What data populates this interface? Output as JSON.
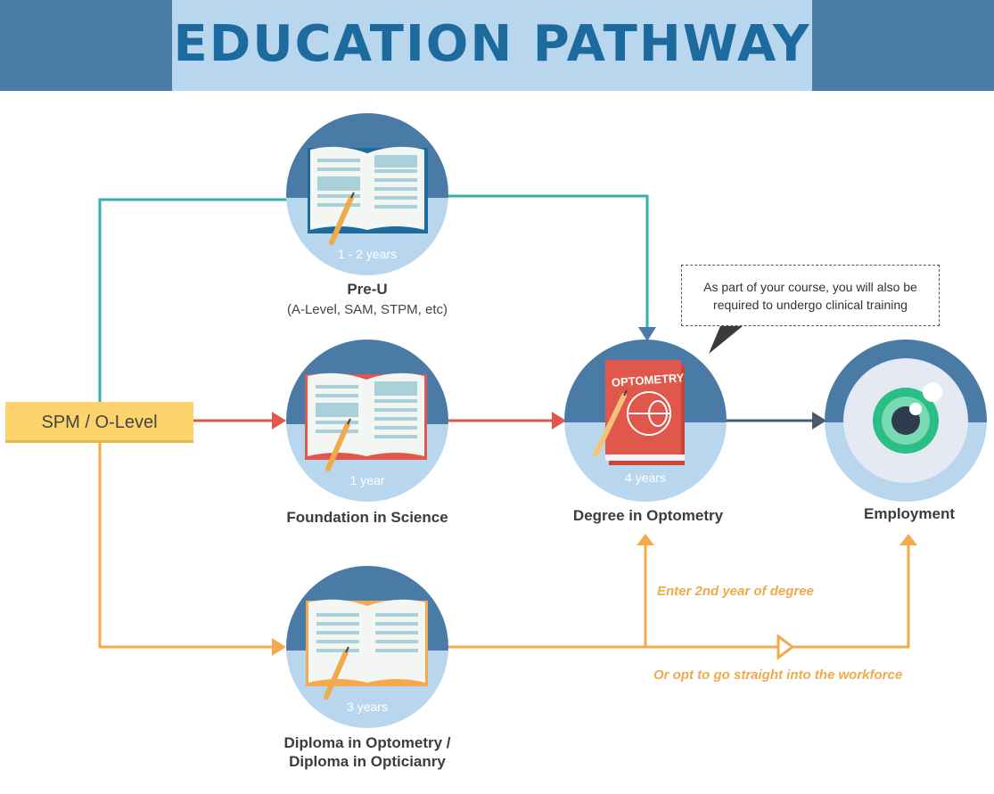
{
  "title": "EDUCATION PATHWAY",
  "start": {
    "label": "SPM / O-Level"
  },
  "nodes": {
    "pre_u": {
      "title": "Pre-U",
      "subtitle": "(A-Level, SAM, STPM, etc)",
      "duration": "1 - 2 years"
    },
    "foundation": {
      "title": "Foundation in Science",
      "duration": "1 year"
    },
    "diploma": {
      "title_line1": "Diploma in Optometry /",
      "title_line2": "Diploma in Opticianry",
      "duration": "3 years"
    },
    "degree": {
      "title": "Degree in Optometry",
      "duration": "4 years",
      "book_label": "OPTOMETRY"
    },
    "employment": {
      "title": "Employment"
    }
  },
  "note": {
    "line1": "As part of your course, you will also be",
    "line2": "required to undergo clinical training"
  },
  "annotations": {
    "enter_2nd_year": "Enter 2nd year of degree",
    "workforce": "Or opt to go straight into the workforce"
  },
  "colors": {
    "teal": "#3aafa9",
    "red": "#e2574c",
    "orange": "#f5a94b",
    "dark": "#4a5a6a",
    "circle_top": "#4a7aa6",
    "circle_bottom": "#b8d7ef"
  },
  "icons": [
    "book-icon",
    "pencil-icon",
    "optometry-book-icon",
    "eye-icon"
  ]
}
